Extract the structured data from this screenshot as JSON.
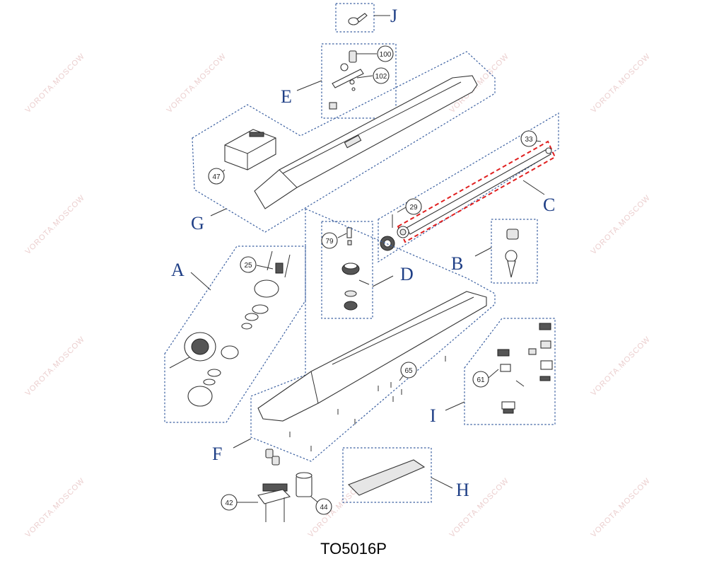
{
  "model_code": "TO5016P",
  "groups": {
    "A": "A",
    "B": "B",
    "C": "C",
    "D": "D",
    "E": "E",
    "F": "F",
    "G": "G",
    "H": "H",
    "I": "I",
    "J": "J"
  },
  "callouts": {
    "c100": "100",
    "c102": "102",
    "c47": "47",
    "c33": "33",
    "c29": "29",
    "c79": "79",
    "c25": "25",
    "c65": "65",
    "c61": "61",
    "c42": "42",
    "c44": "44"
  },
  "watermark": "VOROTA.MOSCOW",
  "colors": {
    "group_letter": "#1f3f86",
    "dashed_frame": "#3a5fa0",
    "highlight": "#e02020",
    "watermark": "#e9c9c9"
  }
}
